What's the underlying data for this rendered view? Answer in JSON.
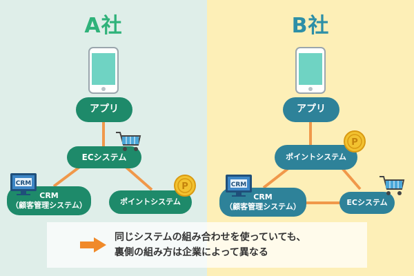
{
  "company_a": {
    "title": "A社",
    "app": "アプリ",
    "ec": "ECシステム",
    "crm_line1": "CRM",
    "crm_line2": "（顧客管理システム）",
    "point": "ポイントシステム"
  },
  "company_b": {
    "title": "B社",
    "app": "アプリ",
    "point": "ポイントシステム",
    "crm_line1": "CRM",
    "crm_line2": "（顧客管理システム）",
    "ec": "ECシステム"
  },
  "icons": {
    "monitor_label": "CRM",
    "coin_label": "P"
  },
  "message": {
    "line1": "同じシステムの組み合わせを使っていても、",
    "line2": "裏側の組み方は企業によって異なる"
  },
  "colors": {
    "accent_green": "#2fb27a",
    "accent_teal": "#2d8fa7",
    "node_green": "#1e8a6a",
    "node_teal": "#2e8299",
    "connector": "#f0984a",
    "arrow": "#f08a2a"
  }
}
